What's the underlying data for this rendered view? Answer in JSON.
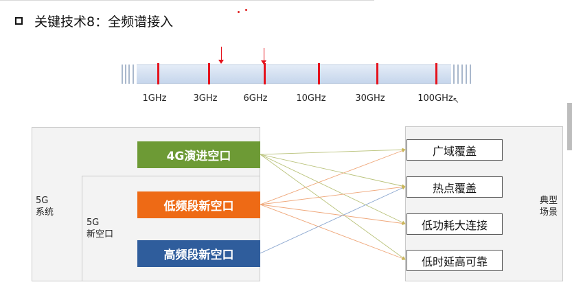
{
  "title": {
    "text": "关键技术8：全频谱接入"
  },
  "spectrum": {
    "labels": [
      "1GHz",
      "3GHz",
      "6GHz",
      "10GHz",
      "30GHz",
      "100GHz"
    ]
  },
  "diagram": {
    "system_label": "5G\n系统",
    "new_air_label": "5G\n新空口",
    "scene_label": "典型\n场景",
    "interfaces": [
      "4G演进空口",
      "低频段新空口",
      "高频段新空口"
    ],
    "scenarios": [
      "广域覆盖",
      "热点覆盖",
      "低功耗大连接",
      "低时延高可靠"
    ]
  },
  "colors": {
    "interface_4g": "#6d9a35",
    "interface_low": "#ee6a15",
    "interface_high": "#2f5d9c",
    "tick_red": "#e5121c"
  }
}
